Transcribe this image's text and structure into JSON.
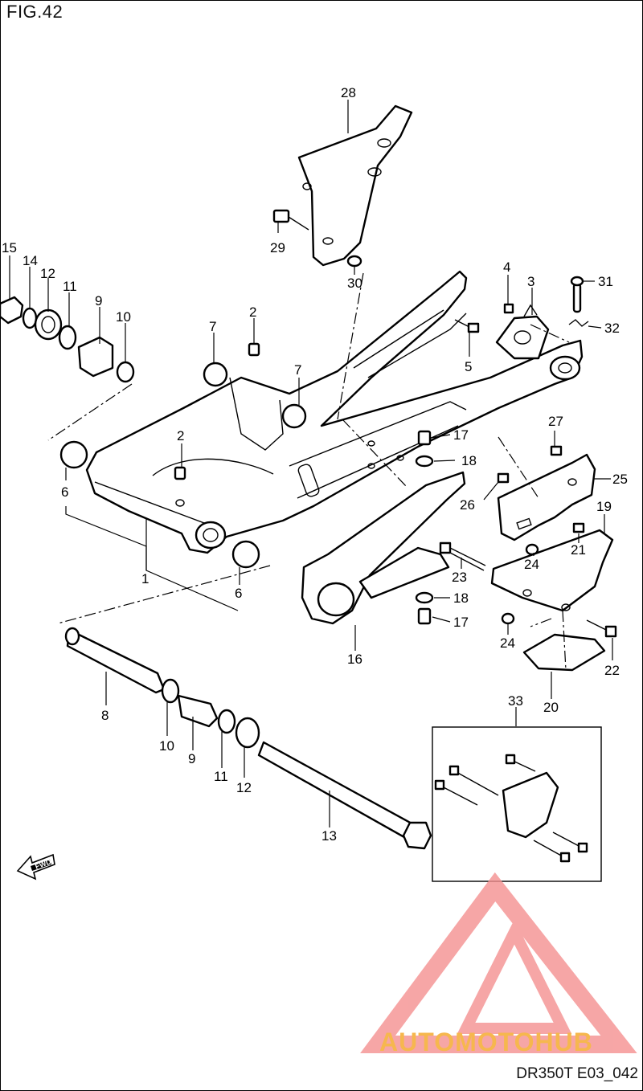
{
  "figure_title": "FIG.42",
  "diagram_code": "DR350T E03_042",
  "direction_label": "FWD",
  "watermark": {
    "text": "AUTOMOTOHUB",
    "colors": {
      "orange": "#f5a623",
      "red": "#ef4e5a",
      "pink": "#f59090"
    }
  },
  "callouts": [
    "1",
    "2",
    "2",
    "3",
    "4",
    "5",
    "6",
    "6",
    "7",
    "7",
    "8",
    "9",
    "9",
    "10",
    "10",
    "11",
    "11",
    "12",
    "12",
    "13",
    "14",
    "15",
    "16",
    "17",
    "17",
    "18",
    "18",
    "19",
    "20",
    "21",
    "22",
    "23",
    "24",
    "24",
    "25",
    "26",
    "27",
    "28",
    "29",
    "30",
    "31",
    "32",
    "33"
  ]
}
